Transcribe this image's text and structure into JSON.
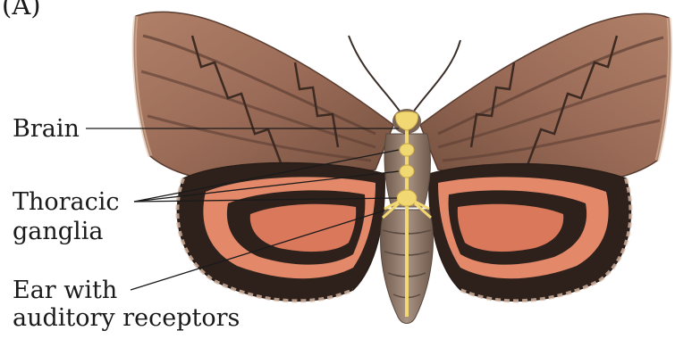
{
  "panel_letter": "(A)",
  "labels": {
    "brain": "Brain",
    "thoracic_line1": "Thoracic",
    "thoracic_line2": "ganglia",
    "ear_line1": "Ear with",
    "ear_line2": "auditory receptors"
  },
  "colors": {
    "wing_base": "#a0705a",
    "wing_dark": "#5c3e33",
    "hindwing_orange": "#e3896a",
    "hindwing_black": "#2e211c",
    "body": "#8c7567",
    "nerve_cord": "#f2d873",
    "leader_line": "#1a1a1a"
  }
}
